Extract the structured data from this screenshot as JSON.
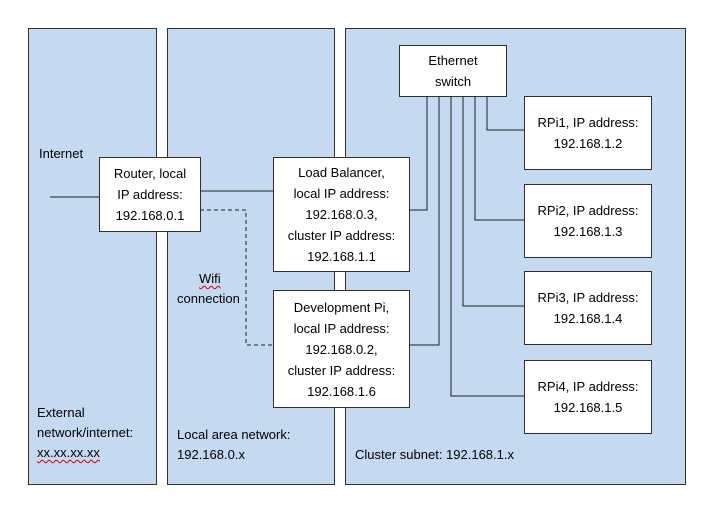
{
  "zones": {
    "external": {
      "title": "External",
      "line2": "network/internet:",
      "address": "xx.xx.xx.xx"
    },
    "lan": {
      "title": "Local area network:",
      "address": "192.168.0.x"
    },
    "cluster": {
      "title": "Cluster subnet: 192.168.1.x"
    }
  },
  "labels": {
    "internet": "Internet",
    "wifi": "Wifi",
    "connection": "connection"
  },
  "nodes": {
    "router": {
      "line1": "Router, local",
      "line2": "IP address:",
      "line3": "192.168.0.1"
    },
    "load_balancer": {
      "line1": "Load Balancer,",
      "line2": "local IP address:",
      "line3": "192.168.0.3,",
      "line4": "cluster IP address:",
      "line5": "192.168.1.1"
    },
    "dev_pi": {
      "line1": "Development Pi,",
      "line2": "local IP address:",
      "line3": "192.168.0.2,",
      "line4": "cluster IP address:",
      "line5": "192.168.1.6"
    },
    "switch": {
      "line1": "Ethernet",
      "line2": "switch"
    },
    "rpi1": {
      "line1": "RPi1, IP address:",
      "line2": "192.168.1.2"
    },
    "rpi2": {
      "line1": "RPi2, IP address:",
      "line2": "192.168.1.3"
    },
    "rpi3": {
      "line1": "RPi3, IP address:",
      "line2": "192.168.1.4"
    },
    "rpi4": {
      "line1": "RPi4, IP address:",
      "line2": "192.168.1.5"
    }
  },
  "colors": {
    "zone_fill": "#c5d9f1",
    "border": "#2f2f2f",
    "spellcheck_underline": "#d00000"
  }
}
